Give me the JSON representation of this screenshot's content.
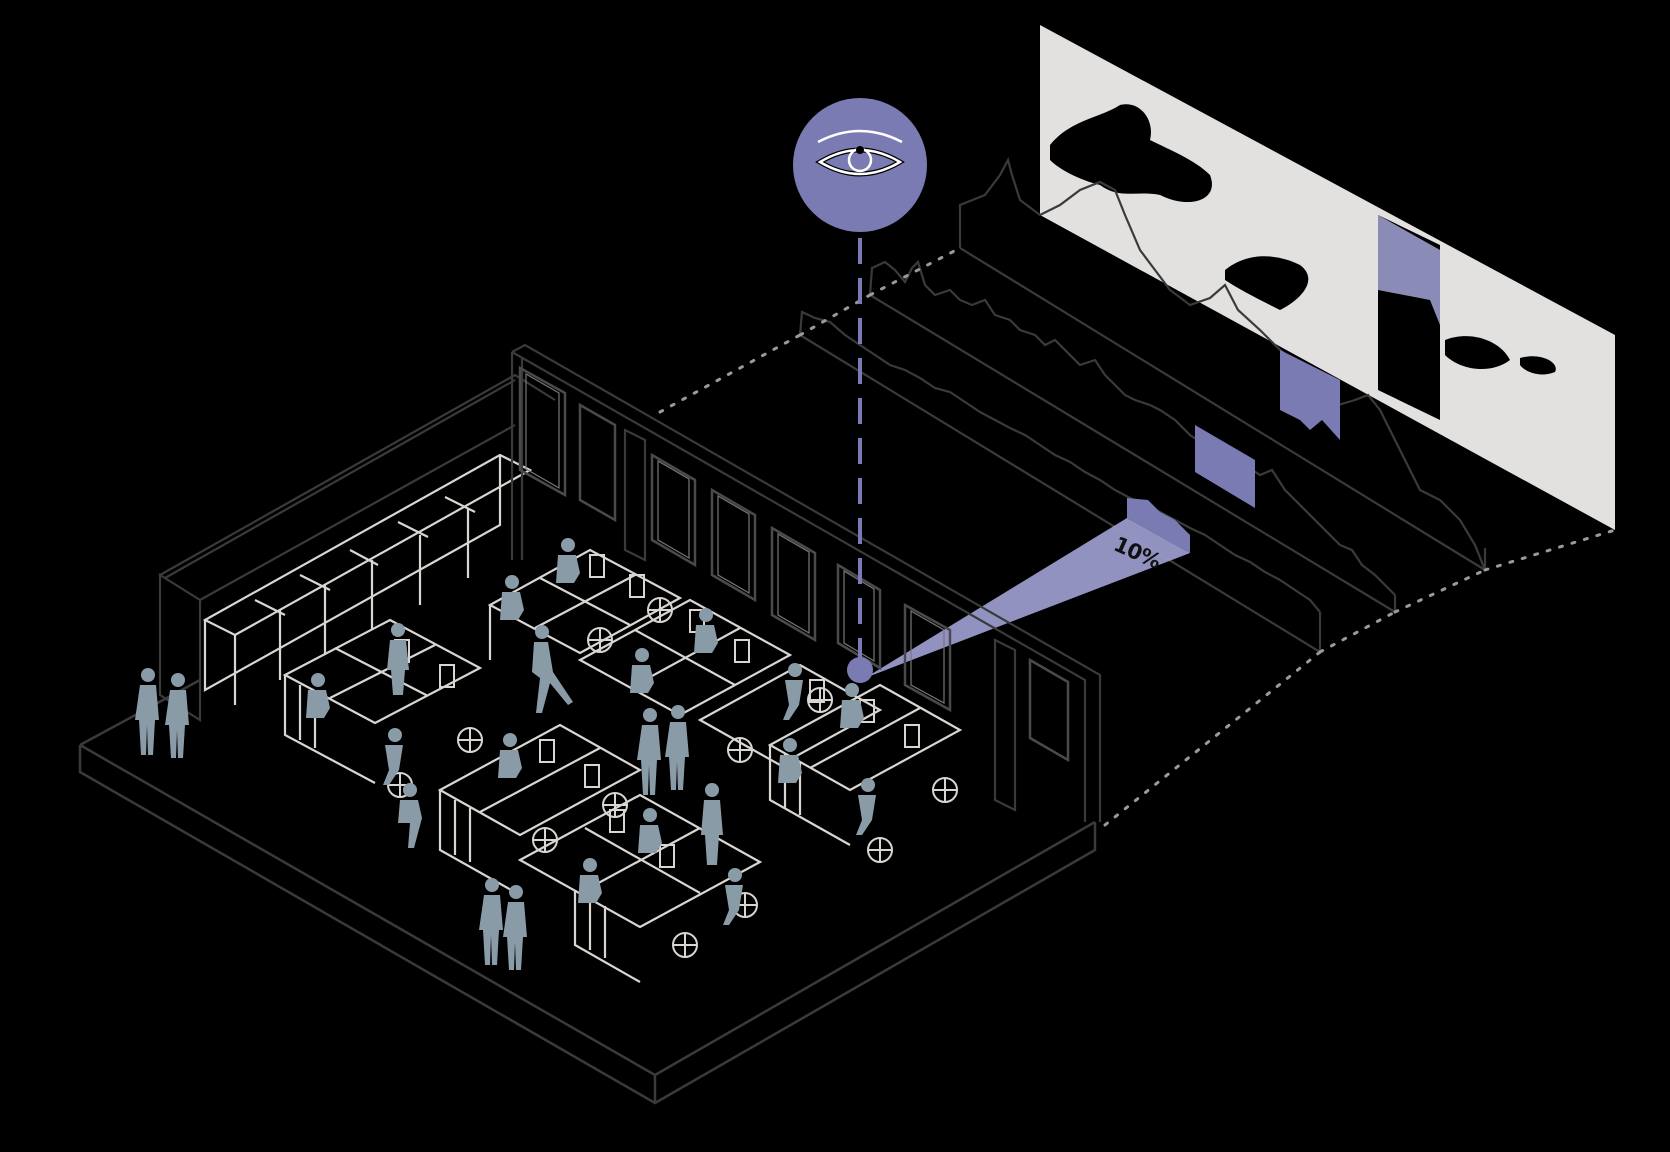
{
  "diagram": {
    "type": "isometric-view-analysis",
    "background": "#000000",
    "colors": {
      "accent": "#7b7bb3",
      "accent_light": "#9a9acb",
      "line_dark": "#3a3a3a",
      "line_light": "#d9d6d2",
      "figure": "#8a9ba8",
      "sky_panel": "#e2e1df"
    },
    "view_marker": {
      "icon": "eye-icon",
      "label": ""
    },
    "view_percentage": {
      "label": "10%",
      "value": 10
    },
    "layers": [
      {
        "name": "office-floor-plate",
        "description": "Isometric open-plan office with desks, chairs and people"
      },
      {
        "name": "near-skyline-strip",
        "description": "Foreground skyline profile"
      },
      {
        "name": "mid-skyline-strip",
        "description": "Middle-ground skyline profile"
      },
      {
        "name": "far-skyline-strip",
        "description": "Background skyline profile"
      },
      {
        "name": "sky-panel",
        "description": "Sky / cloud plane"
      }
    ],
    "counts": {
      "windows": 8,
      "people": 26
    }
  }
}
